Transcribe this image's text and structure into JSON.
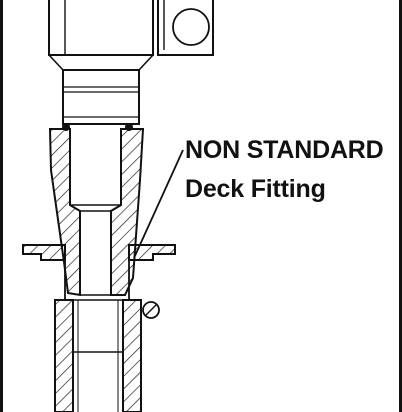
{
  "callout": {
    "line1": "NON STANDARD",
    "line2": "Deck Fitting"
  },
  "colors": {
    "ink": "#111111",
    "background": "#ffffff"
  },
  "parts": [
    "upper-body",
    "adjustment-knob-icon",
    "upper-stem",
    "o-ring",
    "tapered-nozzle",
    "deck-flange",
    "deck-fitting-pipe",
    "locking-pin"
  ]
}
